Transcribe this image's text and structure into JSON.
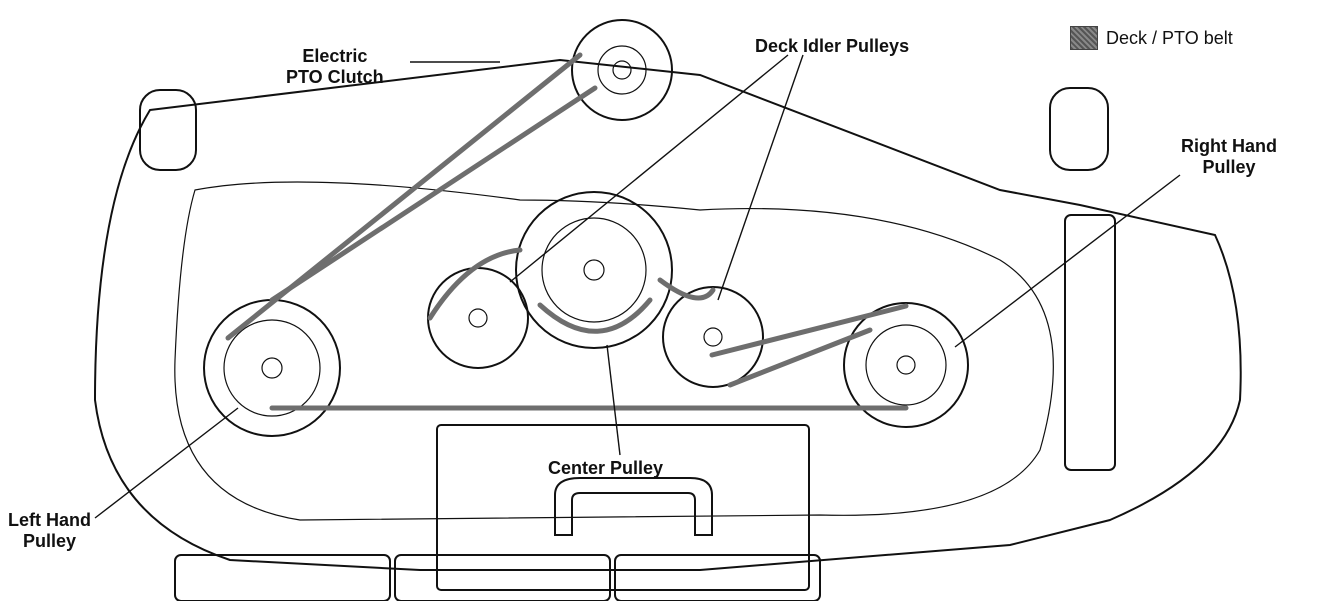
{
  "legend": {
    "label": "Deck / PTO belt",
    "belt_color": "#6e6e6e"
  },
  "labels": {
    "pto_clutch": [
      "Electric",
      "PTO Clutch"
    ],
    "idler_pulleys": "Deck Idler Pulleys",
    "right_pulley": [
      "Right Hand",
      "Pulley"
    ],
    "left_pulley": [
      "Left Hand",
      "Pulley"
    ],
    "center_pulley": "Center Pulley"
  }
}
